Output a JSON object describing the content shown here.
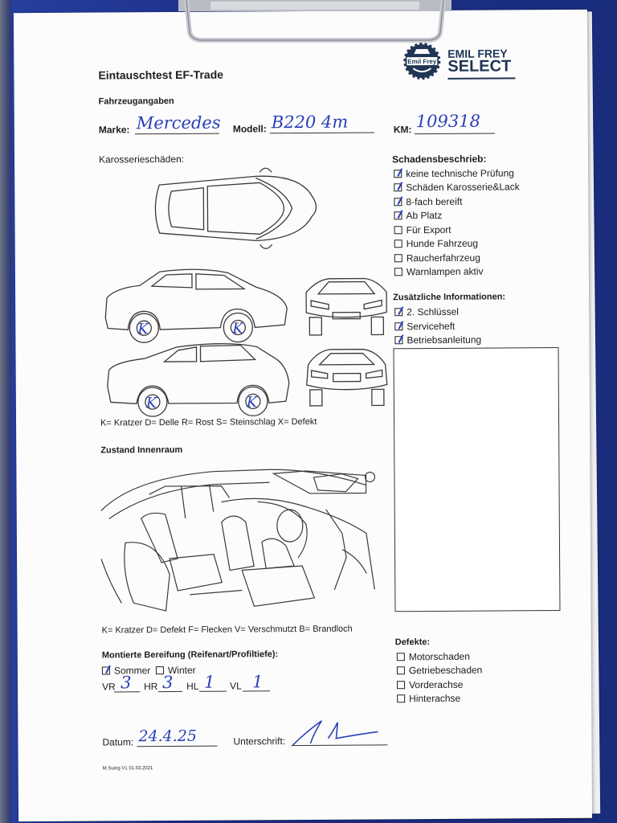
{
  "form": {
    "title": "Eintauschtest EF-Trade",
    "vehicle_section": "Fahrzeugangaben",
    "make_label": "Marke:",
    "make_value": "Mercedes",
    "model_label": "Modell:",
    "model_value": "B220 4m",
    "km_label": "KM:",
    "km_value": "109318",
    "body_damage_label": "Karosserieschäden:",
    "body_legend": "K= Kratzer D= Delle R= Rost S= Steinschlag X= Defekt",
    "interior_label": "Zustand Innenraum",
    "interior_legend": "K= Kratzer D= Defekt F= Flecken V= Verschmutzt B= Brandloch",
    "diagram_marks": [
      "K",
      "K",
      "K",
      "K"
    ],
    "tires_label": "Montierte Bereifung (Reifenart/Profiltiefe):",
    "tire_options": [
      {
        "label": "Sommer",
        "checked": true
      },
      {
        "label": "Winter",
        "checked": false
      }
    ],
    "tread": [
      {
        "label": "VR",
        "value": "3"
      },
      {
        "label": "HR",
        "value": "3"
      },
      {
        "label": "HL",
        "value": "1"
      },
      {
        "label": "VL",
        "value": "1"
      }
    ],
    "date_label": "Datum:",
    "date_value": "24.4.25",
    "signature_label": "Unterschrift:",
    "footer_version": "M.Suing V1 01.03.2021"
  },
  "brand": {
    "badge_text": "Emil Frey",
    "logo_line1": "EMIL FREY",
    "logo_line2": "SELECT"
  },
  "damage_description": {
    "title": "Schadensbeschrieb:",
    "items": [
      {
        "label": "keine technische Prüfung",
        "checked": true
      },
      {
        "label": "Schäden Karosserie&Lack",
        "checked": true
      },
      {
        "label": "8-fach bereift",
        "checked": true
      },
      {
        "label": "Ab Platz",
        "checked": true
      },
      {
        "label": "Für Export",
        "checked": false
      },
      {
        "label": "Hunde Fahrzeug",
        "checked": false
      },
      {
        "label": "Raucherfahrzeug",
        "checked": false
      },
      {
        "label": "Warnlampen aktiv",
        "checked": false
      }
    ]
  },
  "additional_info": {
    "title": "Zusätzliche Informationen:",
    "items": [
      {
        "label": "2. Schlüssel",
        "checked": true
      },
      {
        "label": "Serviceheft",
        "checked": true
      },
      {
        "label": "Betriebsanleitung",
        "checked": true
      }
    ]
  },
  "defects": {
    "title": "Defekte:",
    "items": [
      {
        "label": "Motorschaden",
        "checked": false
      },
      {
        "label": "Getriebeschaden",
        "checked": false
      },
      {
        "label": "Vorderachse",
        "checked": false
      },
      {
        "label": "Hinterachse",
        "checked": false
      }
    ]
  },
  "watermark": "AutaZeSzwajcarii.pl",
  "colors": {
    "clipboard": "#1c3088",
    "ink": "#2a3fb8",
    "brand": "#1e3553"
  }
}
